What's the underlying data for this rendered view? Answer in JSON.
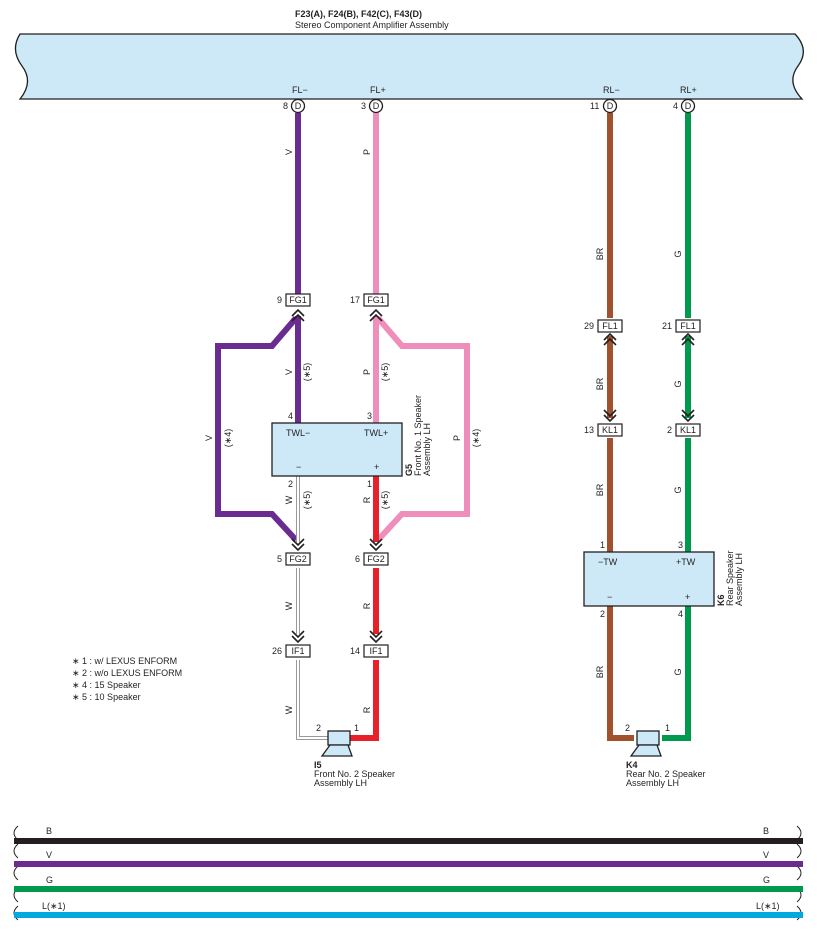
{
  "header": {
    "connectors": "F23(A), F24(B), F42(C), F43(D)",
    "name": "Stereo Component Amplifier Assembly"
  },
  "amp_pins": [
    {
      "label": "FL−",
      "num": "8",
      "conn": "D"
    },
    {
      "label": "FL+",
      "num": "3",
      "conn": "D"
    },
    {
      "label": "RL−",
      "num": "11",
      "conn": "D"
    },
    {
      "label": "RL+",
      "num": "4",
      "conn": "D"
    }
  ],
  "connectors": {
    "fg1_left": {
      "num": "9",
      "name": "FG1"
    },
    "fg1_right": {
      "num": "17",
      "name": "FG1"
    },
    "fg2_left": {
      "num": "5",
      "name": "FG2"
    },
    "fg2_right": {
      "num": "6",
      "name": "FG2"
    },
    "if1_left": {
      "num": "26",
      "name": "IF1"
    },
    "if1_right": {
      "num": "14",
      "name": "IF1"
    },
    "fl1_left": {
      "num": "29",
      "name": "FL1"
    },
    "fl1_right": {
      "num": "21",
      "name": "FL1"
    },
    "kl1_left": {
      "num": "13",
      "name": "KL1"
    },
    "kl1_right": {
      "num": "2",
      "name": "KL1"
    }
  },
  "wire_colors": {
    "violet": "V",
    "pink": "P",
    "brown": "BR",
    "green": "G",
    "white": "W",
    "red": "R",
    "black": "B",
    "blue": "L(∗1)"
  },
  "notes": {
    "n4": "(∗4)",
    "n5": "(∗5)"
  },
  "g5": {
    "id": "G5",
    "name_line1": "Front No. 1 Speaker",
    "name_line2": "Assembly LH",
    "term_neg": "TWL−",
    "term_pos": "TWL+",
    "minus": "−",
    "plus": "+",
    "pin_top_left": "4",
    "pin_top_right": "3",
    "pin_bot_left": "2",
    "pin_bot_right": "1"
  },
  "k6": {
    "id": "K6",
    "name_line1": "Rear Speaker",
    "name_line2": "Assembly LH",
    "term_neg": "−TW",
    "term_pos": "+TW",
    "minus": "−",
    "plus": "+",
    "pin_top_left": "1",
    "pin_top_right": "3",
    "pin_bot_left": "2",
    "pin_bot_right": "4"
  },
  "i5": {
    "id": "I5",
    "name_line1": "Front No. 2 Speaker",
    "name_line2": "Assembly LH",
    "pin_left": "2",
    "pin_right": "1"
  },
  "k4": {
    "id": "K4",
    "name_line1": "Rear No. 2 Speaker",
    "name_line2": "Assembly LH",
    "pin_left": "2",
    "pin_right": "1"
  },
  "legend": [
    "∗ 1 : w/ LEXUS ENFORM",
    "∗ 2 : w/o LEXUS ENFORM",
    "∗ 4 : 15 Speaker",
    "∗ 5 : 10 Speaker"
  ],
  "colors": {
    "violet": "#6b2c91",
    "pink": "#f08ebb",
    "brown": "#a0522d",
    "green": "#009a4e",
    "red": "#e8202a",
    "black": "#231f20",
    "blue": "#00a9e0",
    "component_fill": "#cde9f7"
  }
}
